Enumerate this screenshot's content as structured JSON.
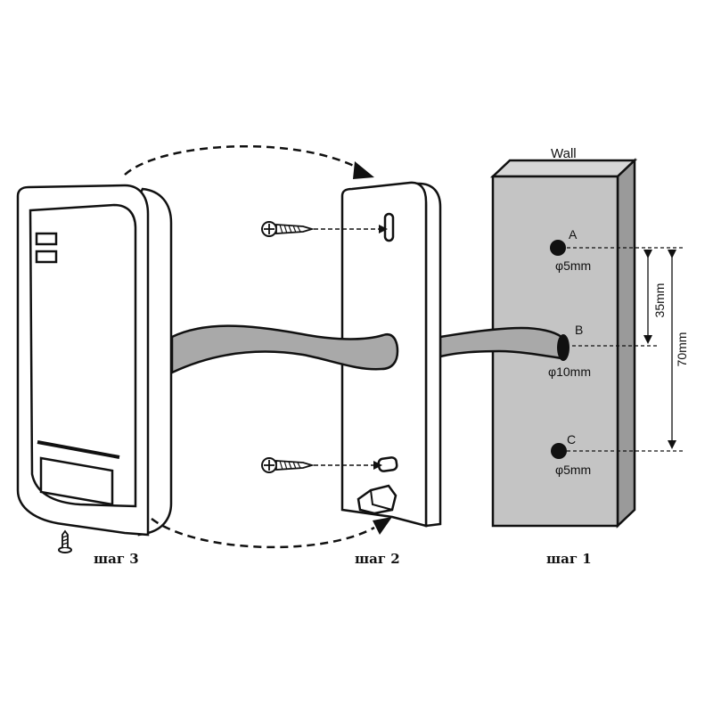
{
  "wall": {
    "label": "Wall",
    "color": "#c4c4c4"
  },
  "holes": [
    {
      "letter": "A",
      "diameter": "φ5mm"
    },
    {
      "letter": "B",
      "diameter": "φ10mm"
    },
    {
      "letter": "C",
      "diameter": "φ5mm"
    }
  ],
  "dimensions": {
    "ab": "35mm",
    "ac": "70mm"
  },
  "steps": {
    "step1": "шаг 1",
    "step2": "шаг 2",
    "step3": "шаг 3"
  },
  "colors": {
    "cable": "#a9a9a9",
    "line": "#111111"
  }
}
